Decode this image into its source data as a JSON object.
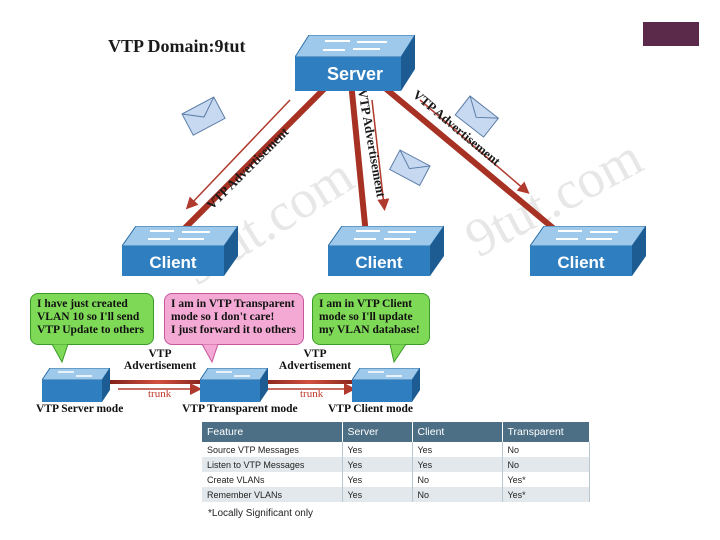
{
  "diagram": {
    "title": "VTP Domain:9tut",
    "watermark_text": "9tut.com",
    "server_label": "Server",
    "client_label": "Client",
    "advertisement_label": "VTP Advertisement"
  },
  "scenario": {
    "bubbles": [
      {
        "lines": [
          "I have just created",
          "VLAN 10 so I'll send",
          "VTP Update to others"
        ]
      },
      {
        "lines": [
          "I am in VTP Transparent",
          "mode so I don't care!",
          "I just forward it to others"
        ]
      },
      {
        "lines": [
          "I am in VTP Client",
          "mode so I'll update",
          "my VLAN database!"
        ]
      }
    ],
    "adv_line1": "VTP",
    "adv_line2": "Advertisement",
    "trunk_label": "trunk",
    "modes": [
      "VTP Server mode",
      "VTP Transparent mode",
      "VTP Client mode"
    ]
  },
  "table": {
    "headers": [
      "Feature",
      "Server",
      "Client",
      "Transparent"
    ],
    "rows": [
      [
        "Source VTP Messages",
        "Yes",
        "Yes",
        "No"
      ],
      [
        "Listen to VTP Messages",
        "Yes",
        "Yes",
        "No"
      ],
      [
        "Create VLANs",
        "Yes",
        "No",
        "Yes*"
      ],
      [
        "Remember VLANs",
        "Yes",
        "No",
        "Yes*"
      ]
    ],
    "footnote": "*Locally Significant only"
  },
  "colors": {
    "switch_front": "#2f7fc0",
    "switch_top": "#9ec9ea",
    "link": "#b03a2e",
    "accent_block": "#5b2a4a",
    "table_header": "#4d6f85"
  }
}
